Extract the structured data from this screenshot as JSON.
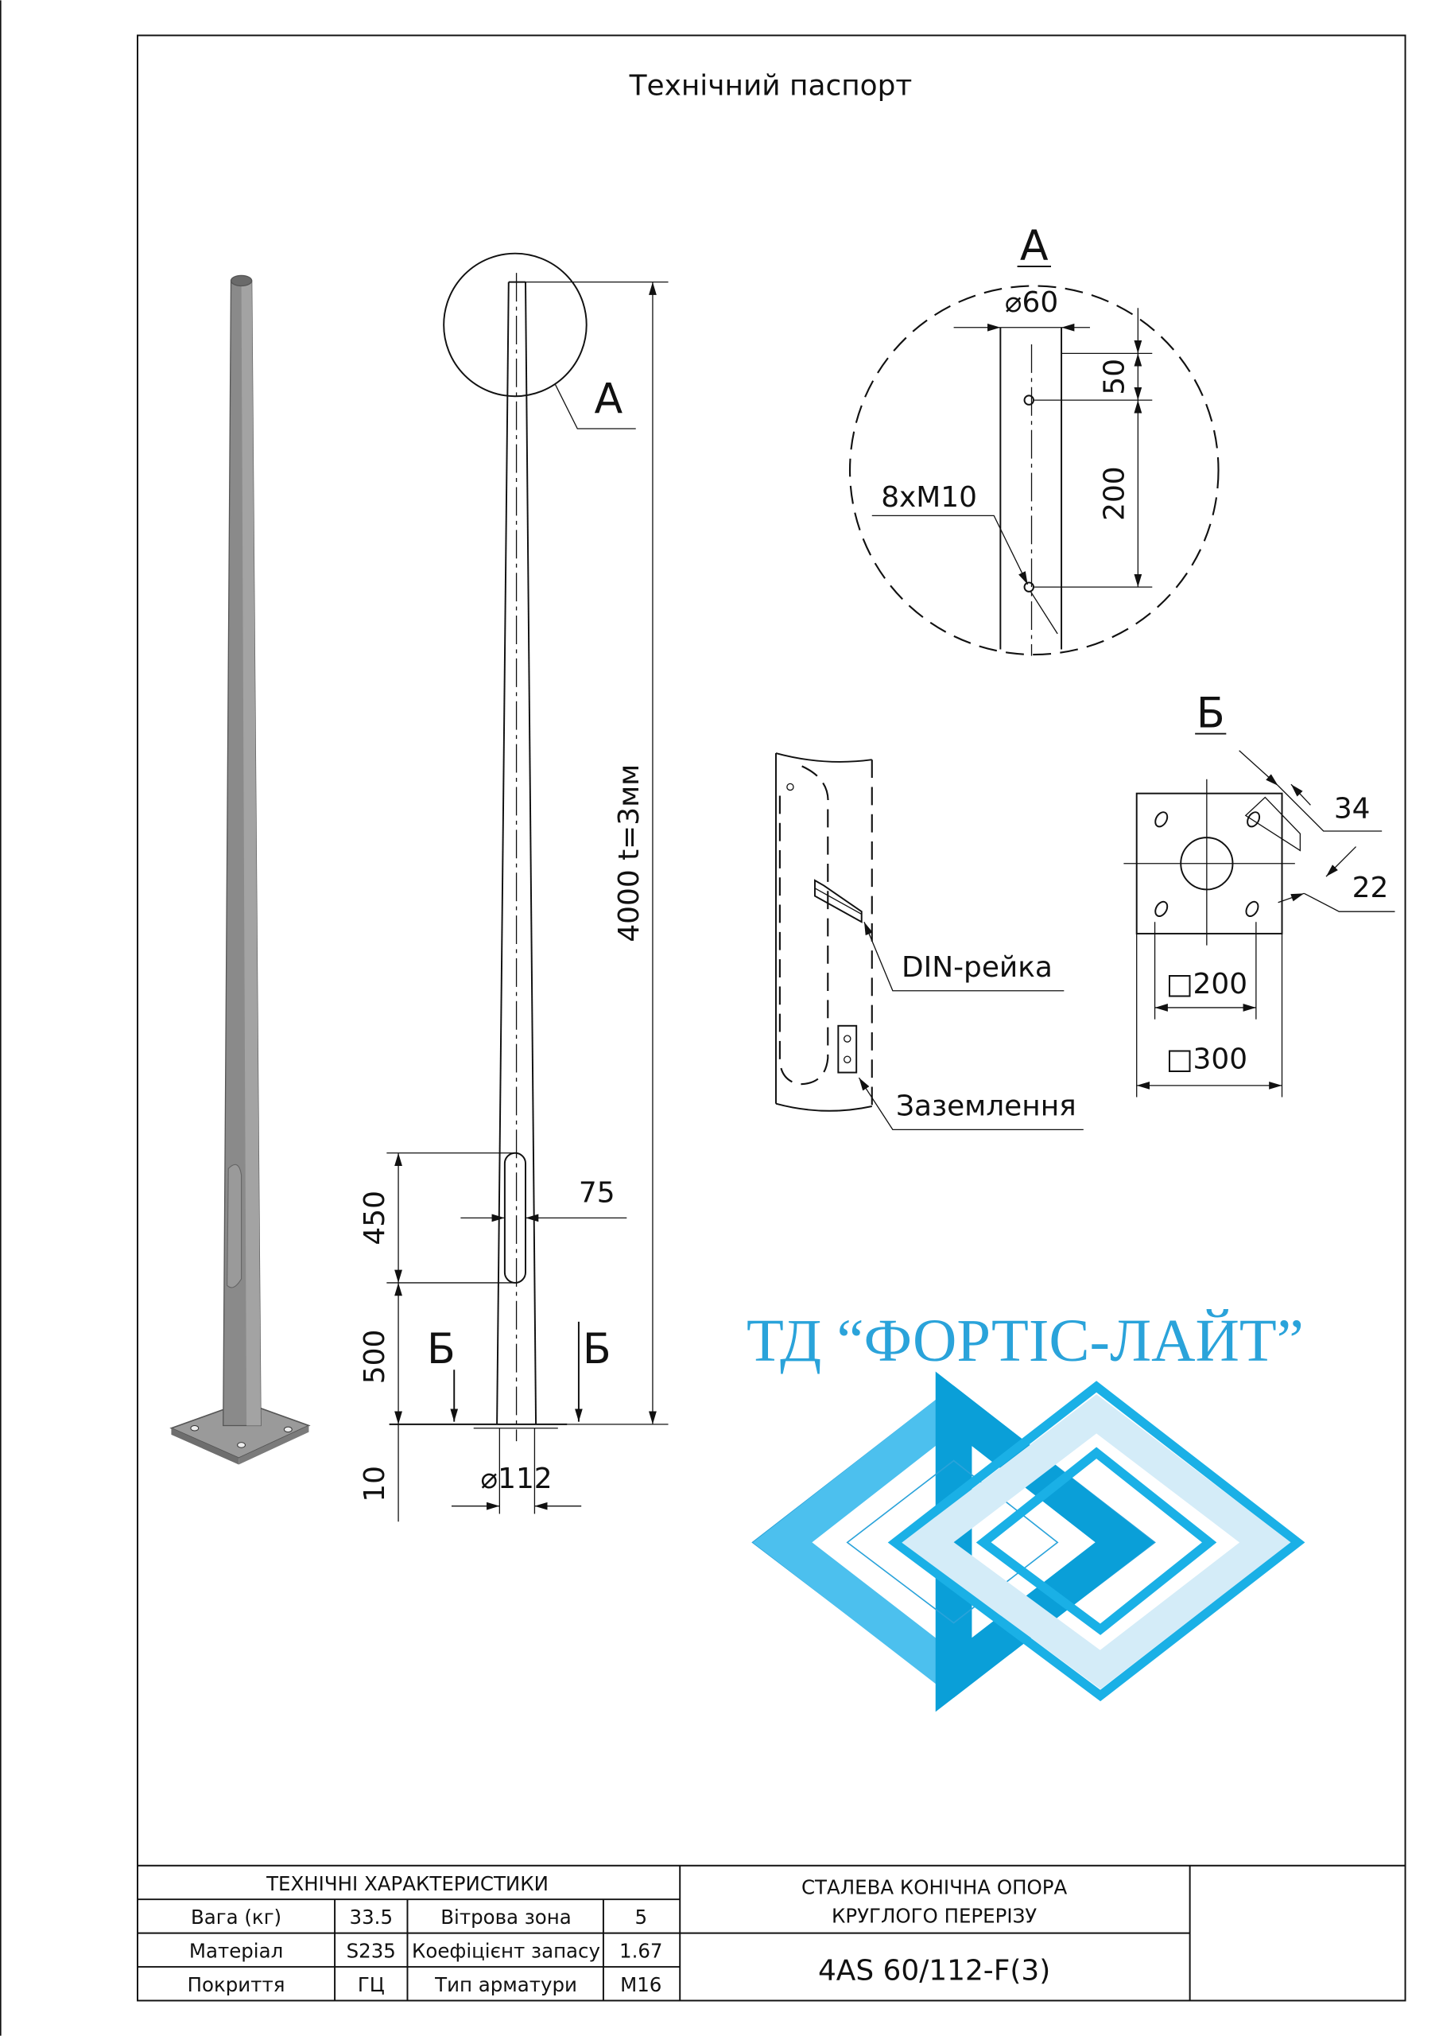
{
  "document": {
    "title": "Технічний паспорт"
  },
  "main_view": {
    "detail_a_marker": "A",
    "height_dim": "4000 t=3мм",
    "slot_height": "450",
    "slot_width": "75",
    "base_offset": "500",
    "plate_thickness": "10",
    "section_mark_left": "Б",
    "section_mark_right": "Б",
    "base_diameter": "⌀112"
  },
  "detail_a": {
    "title": "A",
    "top_diameter": "⌀60",
    "dim_50": "50",
    "dim_200": "200",
    "holes": "8xM10"
  },
  "hatch_detail": {
    "din_rail": "DIN-рейка",
    "grounding": "Заземлення"
  },
  "detail_b": {
    "title": "Б",
    "dim_34": "34",
    "dim_22": "22",
    "bolt_square": "□200",
    "plate_square": "□300"
  },
  "logo": {
    "text": "ТД “ФОРТІС-ЛАЙТ”",
    "colors": {
      "primary": "#2aa3da",
      "dark": "#0a9fd8",
      "mid": "#4cc0ee",
      "light": "#d4ecf8"
    }
  },
  "spec_table": {
    "header": "ТЕХНІЧНІ ХАРАКТЕРИСТИКИ",
    "rows": [
      [
        "Вага (кг)",
        "33.5",
        "Вітрова зона",
        "5"
      ],
      [
        "Матеріал",
        "S235",
        "Коефіцієнт запасу",
        "1.67"
      ],
      [
        "Покриття",
        "ГЦ",
        "Тип арматури",
        "M16"
      ]
    ]
  },
  "title_block": {
    "name_line1": "СТАЛЕВА КОНІЧНА ОПОРА",
    "name_line2": "КРУГЛОГО ПЕРЕРІЗУ",
    "model": "4AS 60/112-F(3)"
  }
}
